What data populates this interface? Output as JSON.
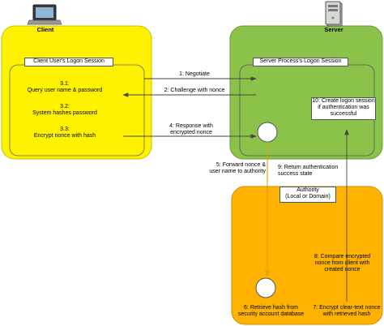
{
  "colors": {
    "client_fill": "#fff200",
    "server_fill": "#8bc34a",
    "authority_fill": "#ffb300",
    "arrow": "#444444",
    "orange_arrow": "#e0a000"
  },
  "actors": {
    "client": {
      "label": "Client",
      "icon": "laptop-icon"
    },
    "server": {
      "label": "Server",
      "icon": "server-tower-icon"
    }
  },
  "sessions": {
    "client": "Client User's Logon Session",
    "server": "Server Process's Logon Session",
    "authority": "Authority\n(Local or Domain)"
  },
  "client_steps": {
    "s31": "3.1:\nQuery user name & password",
    "s32": "3.2:\nSystem hashes password",
    "s33": "3.3:\nEncrypt nonce with hash"
  },
  "messages": {
    "m1": "1: Negotiate",
    "m2": "2: Challenge with nonce",
    "m4": "4: Response with\nencrypted nonce",
    "m5": "5: Forward nonce &\nuser name to authority",
    "m6": "6: Retrieve hash from\nsecurity account database",
    "m7": "7: Encrypt clear-text nonce\nwith retrieved hash",
    "m8": "8: Compare encrypted\nnonce from client with\ncreated nonce",
    "m9": "9: Return authentication\nsuccess state",
    "m10": "10: Create logon session\nif authentication was\nsuccessful"
  }
}
